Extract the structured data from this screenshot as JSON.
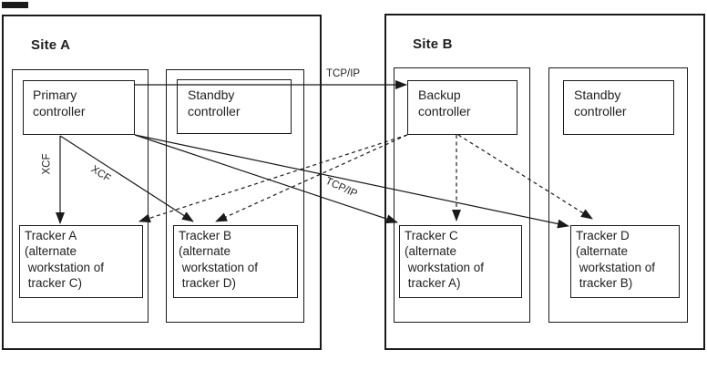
{
  "figure": {
    "type": "site-topology-diagram",
    "background": "#ffffff",
    "line_color": "#1a1a1a",
    "text_color": "#1f1f1f"
  },
  "sites": [
    {
      "title": "Site A",
      "controllers": [
        {
          "label": "Primary\ncontroller"
        },
        {
          "label": "Standby\ncontroller"
        }
      ],
      "trackers": [
        {
          "label": "Tracker A\n(alternate\n workstation of\n tracker C)"
        },
        {
          "label": "Tracker B\n(alternate\n workstation of\n tracker D)"
        }
      ]
    },
    {
      "title": "Site B",
      "controllers": [
        {
          "label": "Backup\ncontroller"
        },
        {
          "label": "Standby\ncontroller"
        }
      ],
      "trackers": [
        {
          "label": "Tracker C\n(alternate\n workstation of\n tracker A)"
        },
        {
          "label": "Tracker D\n(alternate\n workstation of\n tracker B)"
        }
      ]
    }
  ],
  "connection_labels": {
    "tcpip_horizontal": "TCP/IP",
    "tcpip_diagonal": "TCP/IP",
    "xcf_vertical": "XCF",
    "xcf_diagonal": "XCF"
  },
  "connections": [
    {
      "from": "Primary controller",
      "to": "Backup controller",
      "style": "solid",
      "label": "TCP/IP"
    },
    {
      "from": "Primary controller",
      "to": "Tracker A",
      "style": "solid",
      "label": "XCF"
    },
    {
      "from": "Primary controller",
      "to": "Tracker B",
      "style": "solid",
      "label": "XCF"
    },
    {
      "from": "Primary controller",
      "to": "Tracker C",
      "style": "solid",
      "label": "TCP/IP"
    },
    {
      "from": "Primary controller",
      "to": "Tracker D",
      "style": "solid",
      "label": ""
    },
    {
      "from": "Backup controller",
      "to": "Tracker A",
      "style": "dashed",
      "label": ""
    },
    {
      "from": "Backup controller",
      "to": "Tracker B",
      "style": "dashed",
      "label": ""
    },
    {
      "from": "Backup controller",
      "to": "Tracker C",
      "style": "dashed",
      "label": ""
    },
    {
      "from": "Backup controller",
      "to": "Tracker D",
      "style": "dashed",
      "label": ""
    }
  ]
}
